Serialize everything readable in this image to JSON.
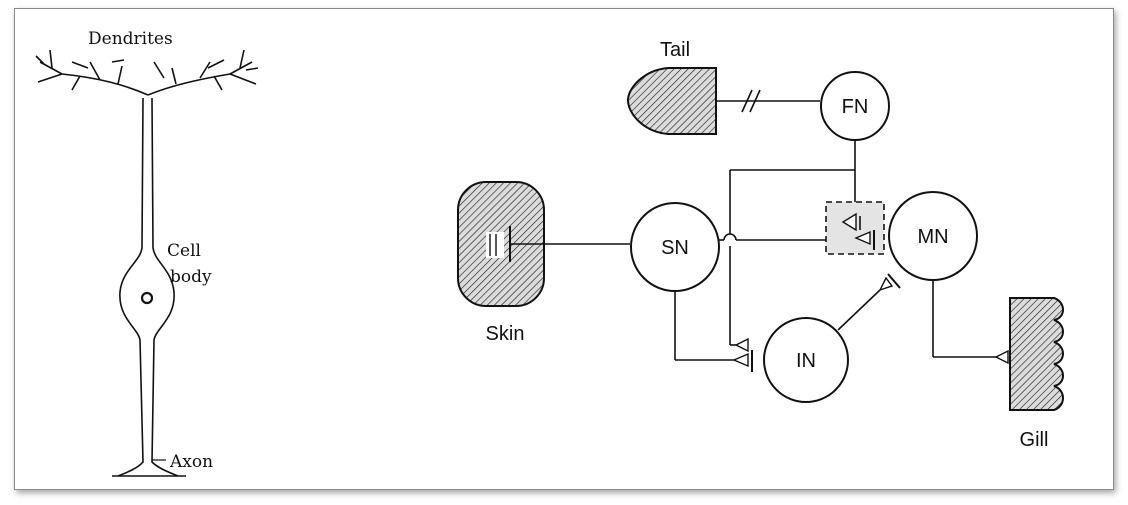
{
  "neuron": {
    "dendrites_label": "Dendrites",
    "cell_body_label_line1": "Cell",
    "cell_body_label_line2": "body",
    "axon_label": "Axon"
  },
  "circuit": {
    "tail_label": "Tail",
    "skin_label": "Skin",
    "gill_label": "Gill",
    "nodes": {
      "fn": "FN",
      "sn": "SN",
      "mn": "MN",
      "in": "IN"
    }
  }
}
